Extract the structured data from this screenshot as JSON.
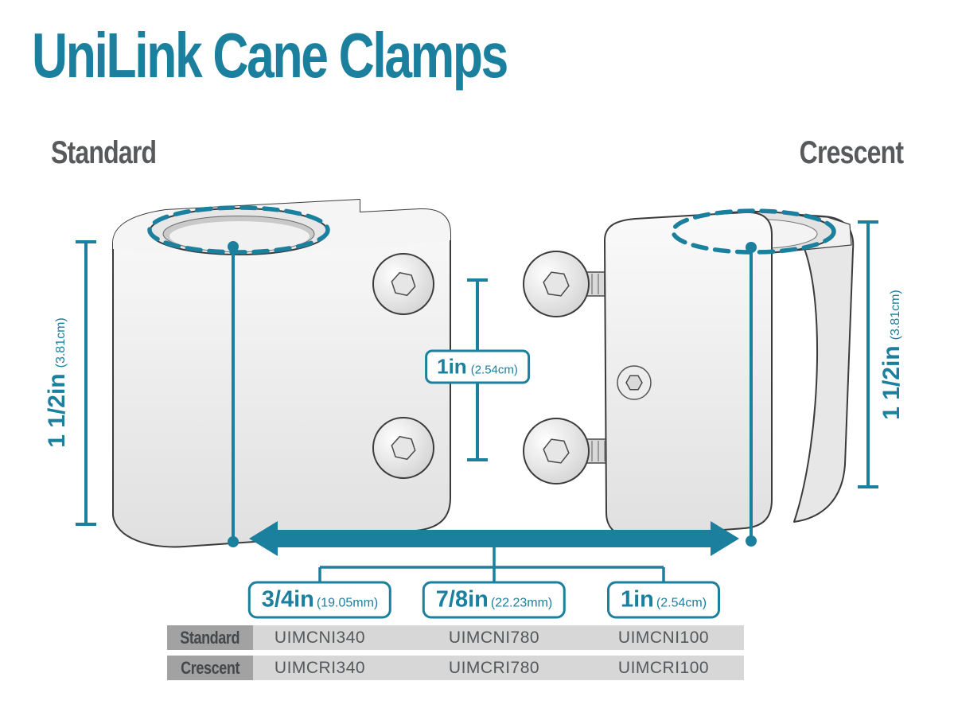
{
  "title": "UniLink Cane Clamps",
  "headings": {
    "left": "Standard",
    "right": "Crescent"
  },
  "dims": {
    "left": {
      "value": "1 1/2in",
      "metric": "(3.81cm)"
    },
    "middle": {
      "value": "1in",
      "metric": "(2.54cm)"
    },
    "right": {
      "value": "1 1/2in",
      "metric": "(3.81cm)"
    }
  },
  "sizes": [
    {
      "value": "3/4in",
      "metric": "(19.05mm)"
    },
    {
      "value": "7/8in",
      "metric": "(22.23mm)"
    },
    {
      "value": "1in",
      "metric": "(2.54cm)"
    }
  ],
  "table": {
    "rows": [
      {
        "label": "Standard",
        "parts": [
          "UIMCNI340",
          "UIMCNI780",
          "UIMCNI100"
        ]
      },
      {
        "label": "Crescent",
        "parts": [
          "UIMCRI340",
          "UIMCRI780",
          "UIMCRI100"
        ]
      }
    ]
  },
  "colors": {
    "accent": "#1b7f9e",
    "heading_gray": "#57595b",
    "table_row_bg": "#d7d7d7",
    "table_label_bg": "#a2a2a2"
  }
}
